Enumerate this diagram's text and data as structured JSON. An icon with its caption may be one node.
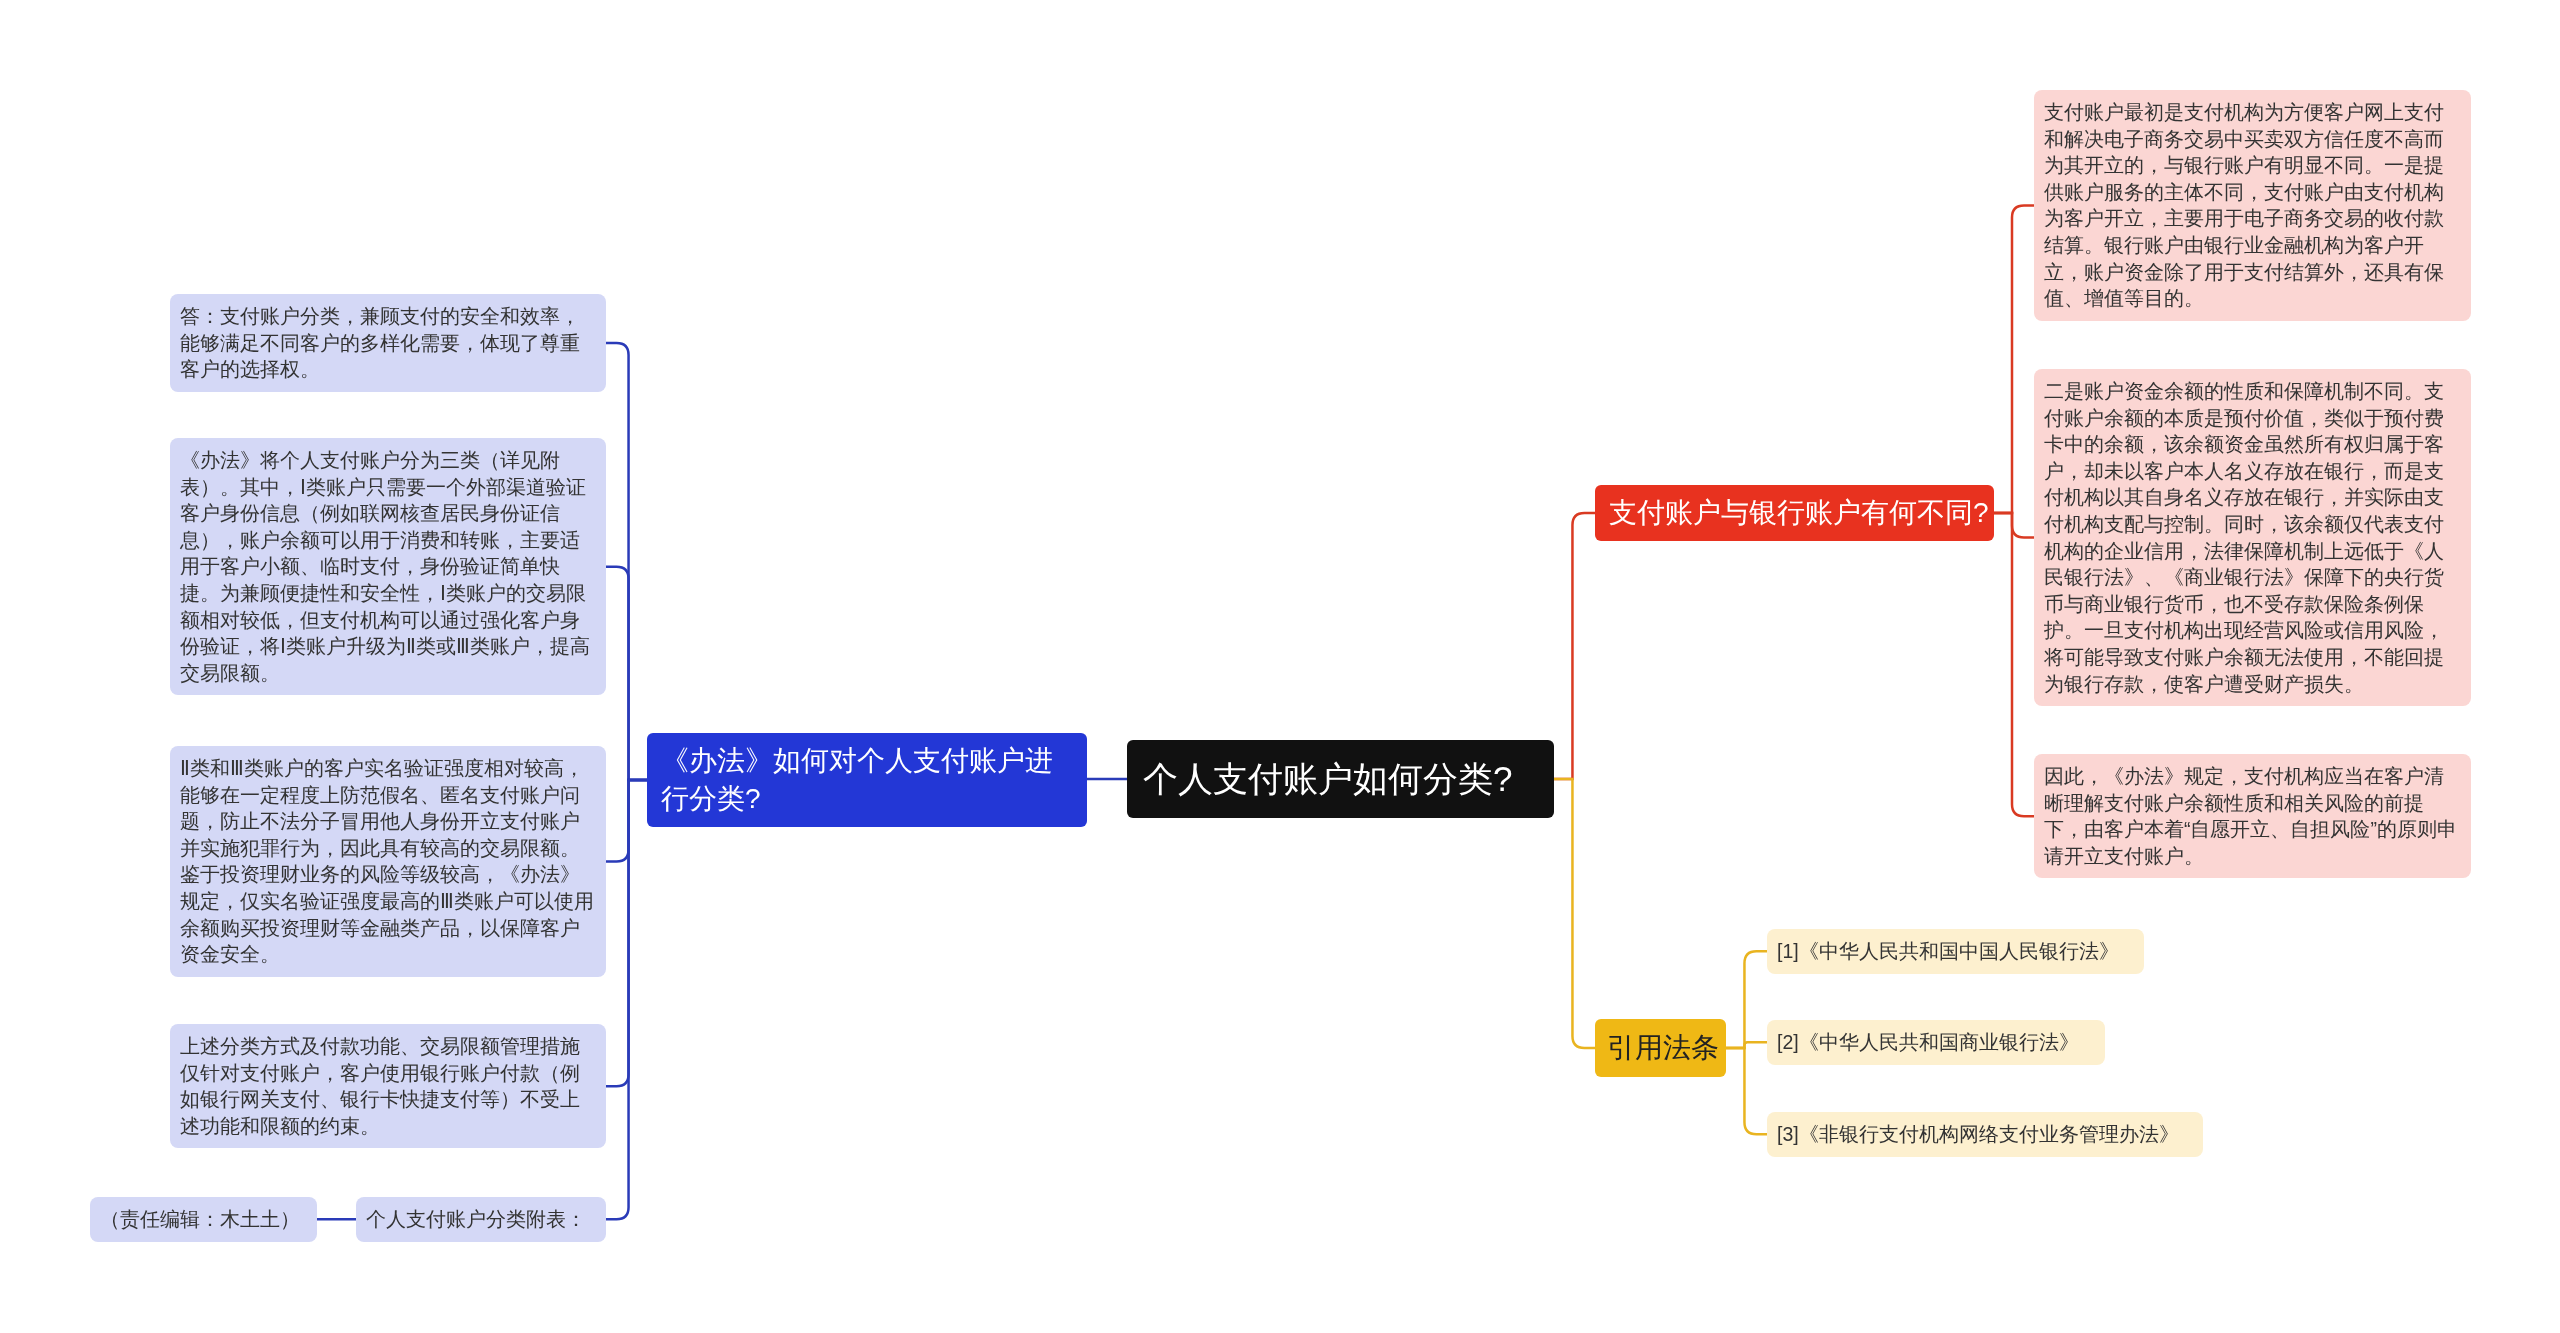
{
  "diagram": {
    "nodes": [
      {
        "text": [
          "个人支付账户如何分类?"
        ]
      },
      {
        "text": [
          "《办法》如何对个人支付账户进行分类?"
        ]
      },
      {
        "text": [
          "答：支付账户分类，兼顾支付的安全和效率，能够满足不同客户的多样化需要，体现了尊重客户的选择权。"
        ]
      },
      {
        "text": [
          "《办法》将个人支付账户分为三类（详见附表）。其中，Ⅰ类账户只需要一个外部渠道验证客户身份信息（例如联网核查居民身份证信息），账户余额可以用于消费和转账，主要适用于客户小额、临时支付，身份验证简单快捷。为兼顾便捷性和安全性，Ⅰ类账户的交易限额相对较低，但支付机构可以通过强化客户身份验证，将Ⅰ类账户升级为Ⅱ类或Ⅲ类账户，提高交易限额。"
        ]
      },
      {
        "text": [
          "Ⅱ类和Ⅲ类账户的客户实名验证强度相对较高，能够在一定程度上防范假名、匿名支付账户问题，防止不法分子冒用他人身份开立支付账户并实施犯罪行为，因此具有较高的交易限额。鉴于投资理财业务的风险等级较高，《办法》规定，仅实名验证强度最高的Ⅲ类账户可以使用余额购买投资理财等金融类产品，以保障客户资金安全。"
        ]
      },
      {
        "text": [
          "上述分类方式及付款功能、交易限额管理措施仅针对支付账户，客户使用银行账户付款（例如银行网关支付、银行卡快捷支付等）不受上述功能和限额的约束。"
        ]
      },
      {
        "text": [
          "个人支付账户分类附表："
        ]
      },
      {
        "text": [
          "（责任编辑：木土土）"
        ]
      },
      {
        "text": [
          "支付账户与银行账户有何不同?"
        ]
      },
      {
        "text": [
          "支付账户最初是支付机构为方便客户网上支付和解决电子商务交易中买卖双方信任度不高而为其开立的，与银行账户有明显不同。一是提供账户服务的主体不同，支付账户由支付机构为客户开立，主要用于电子商务交易的收付款结算。银行账户由银行业金融机构为客户开立，账户资金除了用于支付结算外，还具有保值、增值等目的。"
        ]
      },
      {
        "text": [
          "二是账户资金余额的性质和保障机制不同。支付账户余额的本质是预付价值，类似于预付费卡中的余额，该余额资金虽然所有权归属于客户，却未以客户本人名义存放在银行，而是支付机构以其自身名义存放在银行，并实际由支付机构支配与控制。同时，该余额仅代表支付机构的企业信用，法律保障机制上远低于《人民银行法》、《商业银行法》保障下的央行货币与商业银行货币，也不受存款保险条例保护。一旦支付机构出现经营风险或信用风险，将可能导致支付账户余额无法使用，不能回提为银行存款，使客户遭受财产损失。"
        ]
      },
      {
        "text": [
          "因此，《办法》规定，支付机构应当在客户清晰理解支付账户余额性质和相关风险的前提下，由客户本着“自愿开立、自担风险”的原则申请开立支付账户。"
        ]
      },
      {
        "text": [
          "引用法条"
        ]
      },
      {
        "text": [
          "[1]《中华人民共和国中国人民银行法》"
        ]
      },
      {
        "text": [
          "[2]《中华人民共和国商业银行法》"
        ]
      },
      {
        "text": [
          "[3]《非银行支付机构网络支付业务管理办法》"
        ]
      }
    ],
    "edges": [
      {
        "from": 0,
        "to": 1,
        "arrow": "none"
      },
      {
        "from": 1,
        "to": 2,
        "arrow": "none"
      },
      {
        "from": 1,
        "to": 3,
        "arrow": "none"
      },
      {
        "from": 1,
        "to": 4,
        "arrow": "none"
      },
      {
        "from": 1,
        "to": 5,
        "arrow": "none"
      },
      {
        "from": 1,
        "to": 6,
        "arrow": "none"
      },
      {
        "from": 6,
        "to": 7,
        "arrow": "none"
      },
      {
        "from": 0,
        "to": 8,
        "arrow": "none",
        "color": "#d93a22"
      },
      {
        "from": 8,
        "to": 9,
        "arrow": "none",
        "color": "#d93a22"
      },
      {
        "from": 8,
        "to": 10,
        "arrow": "none",
        "color": "#d93a22"
      },
      {
        "from": 8,
        "to": 11,
        "arrow": "none",
        "color": "#d93a22"
      },
      {
        "from": 0,
        "to": 12,
        "arrow": "none",
        "color": "#e9b420"
      },
      {
        "from": 12,
        "to": 13,
        "arrow": "none",
        "color": "#e9b420"
      },
      {
        "from": 12,
        "to": 14,
        "arrow": "none",
        "color": "#e9b420"
      },
      {
        "from": 12,
        "to": 15,
        "arrow": "none",
        "color": "#e9b420"
      }
    ]
  }
}
